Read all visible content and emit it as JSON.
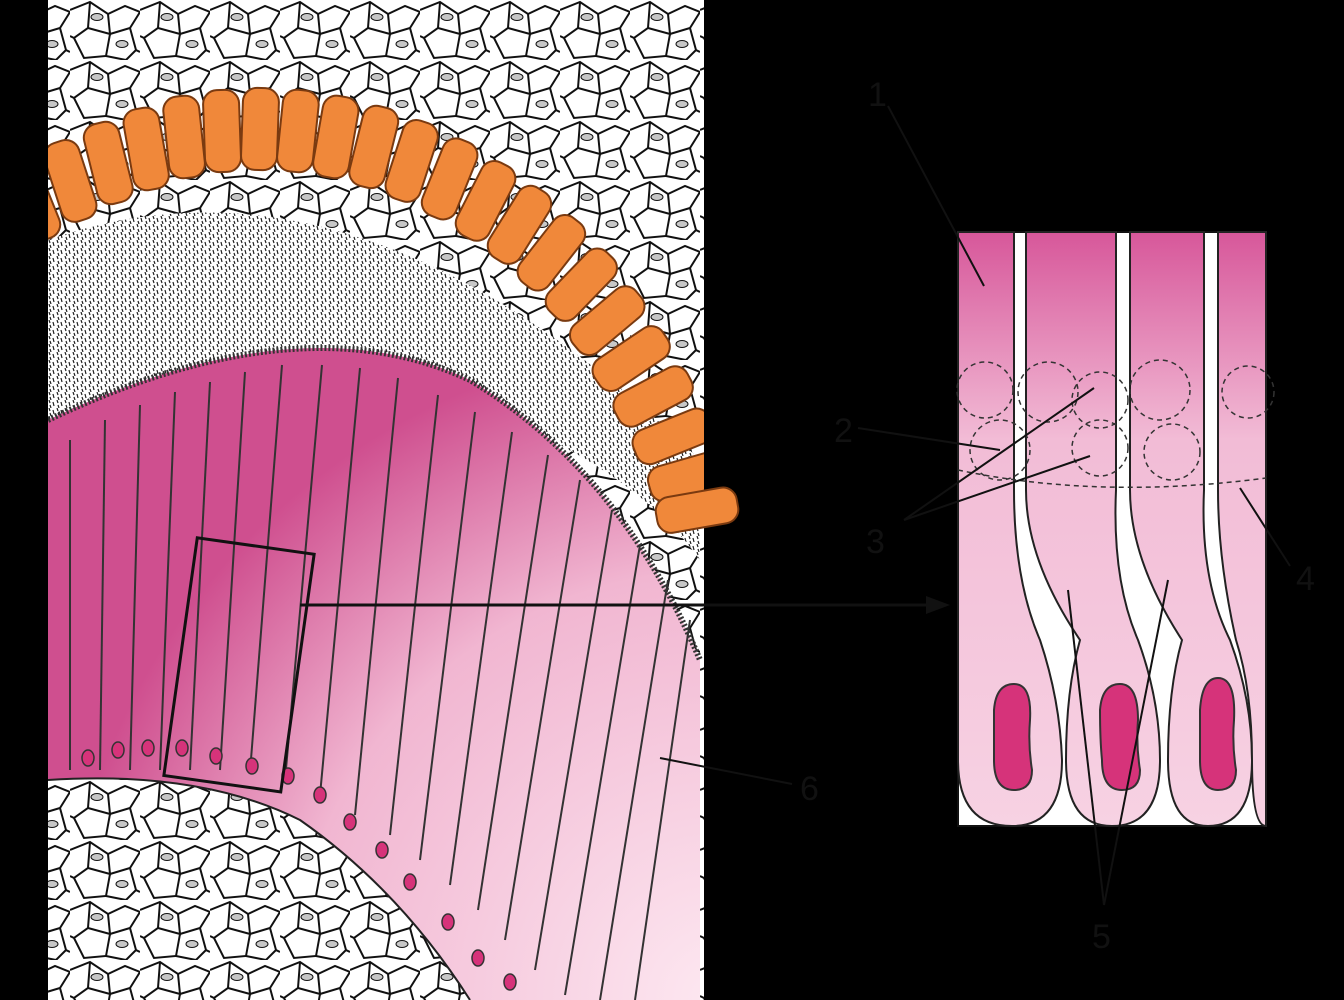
{
  "diagram": {
    "labels": {
      "l1": "1",
      "l2": "2",
      "l3": "3",
      "l4": "4",
      "l5": "5",
      "l6": "6"
    },
    "colors": {
      "background": "#000000",
      "panel": "#ffffff",
      "ectoderm_cells": "#f0883a",
      "enamel_organ_deep": "#c8407f",
      "enamel_organ_light": "#fbe5ef",
      "nucleus": "#d6337a",
      "mesenchyme_nucleus": "#c8c8c8"
    }
  }
}
